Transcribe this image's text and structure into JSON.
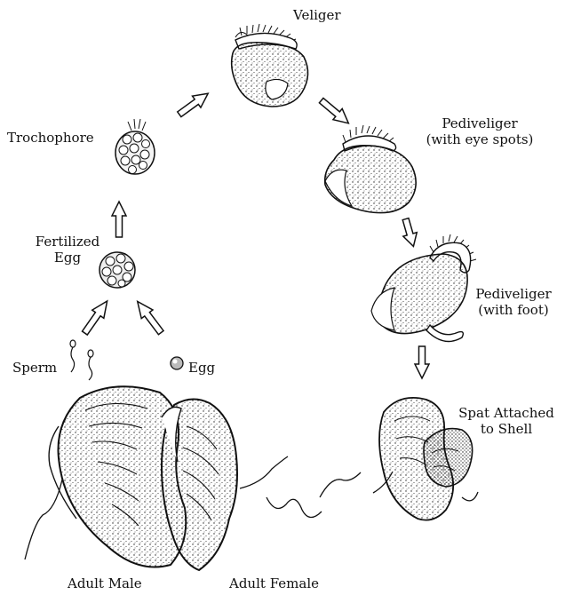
{
  "labels": {
    "veliger": "Veliger",
    "pediveliger_eye_1": "Pediveliger",
    "pediveliger_eye_2": "(with eye spots)",
    "trochophore": "Trochophore",
    "fertilized_1": "Fertilized",
    "fertilized_2": "Egg",
    "pediveliger_foot_1": "Pediveliger",
    "pediveliger_foot_2": "(with foot)",
    "sperm": "Sperm",
    "egg": "Egg",
    "spat_1": "Spat Attached",
    "spat_2": "to Shell",
    "adult_male": "Adult Male",
    "adult_female": "Adult Female"
  },
  "colors": {
    "ink": "#111111",
    "paper": "#ffffff",
    "shade": "#e9e9e9"
  }
}
